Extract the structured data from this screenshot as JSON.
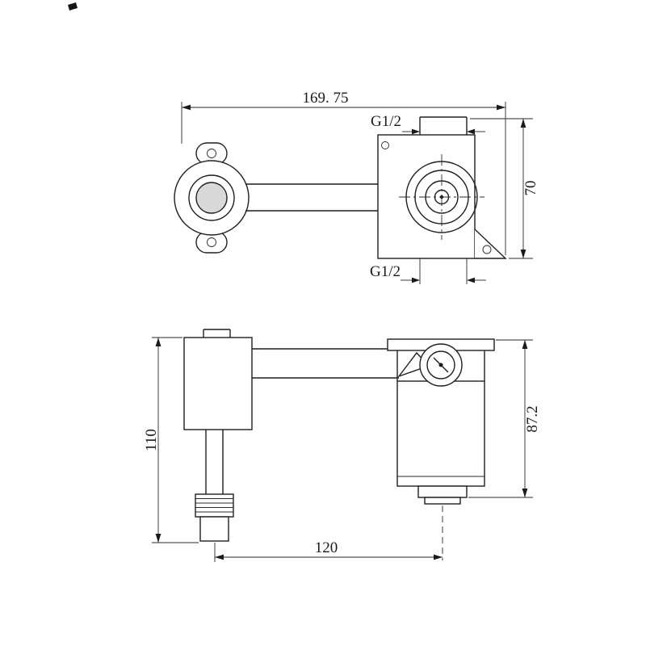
{
  "dimensions": {
    "top_view": {
      "overall_width": "169. 75",
      "inlet_thread": "G1/2",
      "outlet_thread": "G1/2",
      "height": "70"
    },
    "side_view": {
      "overall_height": "110",
      "body_height": "87.2",
      "spacing": "120"
    }
  },
  "colors": {
    "line": "#1f1f1f",
    "background": "#ffffff",
    "inner_disc": "#d9d9d9"
  }
}
